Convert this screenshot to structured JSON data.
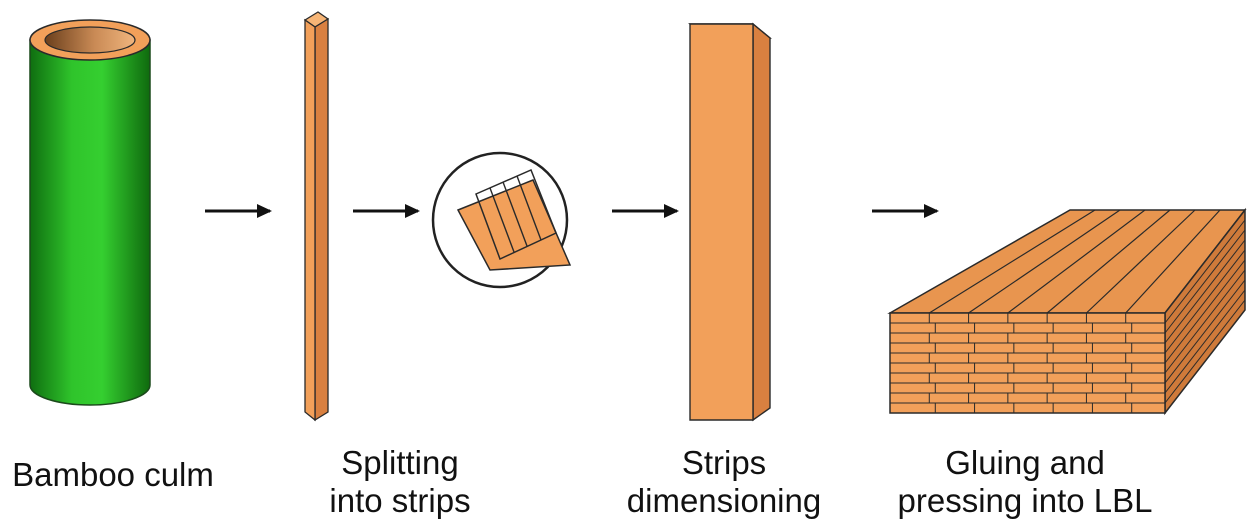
{
  "steps": [
    {
      "line1": "Bamboo culm",
      "line2": ""
    },
    {
      "line1": "Splitting",
      "line2": "into strips"
    },
    {
      "line1": "Strips",
      "line2": "dimensioning"
    },
    {
      "line1": "Gluing and",
      "line2": "pressing into LBL"
    }
  ],
  "colors": {
    "culm_green": "#2fc42b",
    "culm_green_dark": "#137a12",
    "wood": "#f2a05a",
    "wood_dark": "#d98040",
    "outline": "#2a2a2a"
  }
}
